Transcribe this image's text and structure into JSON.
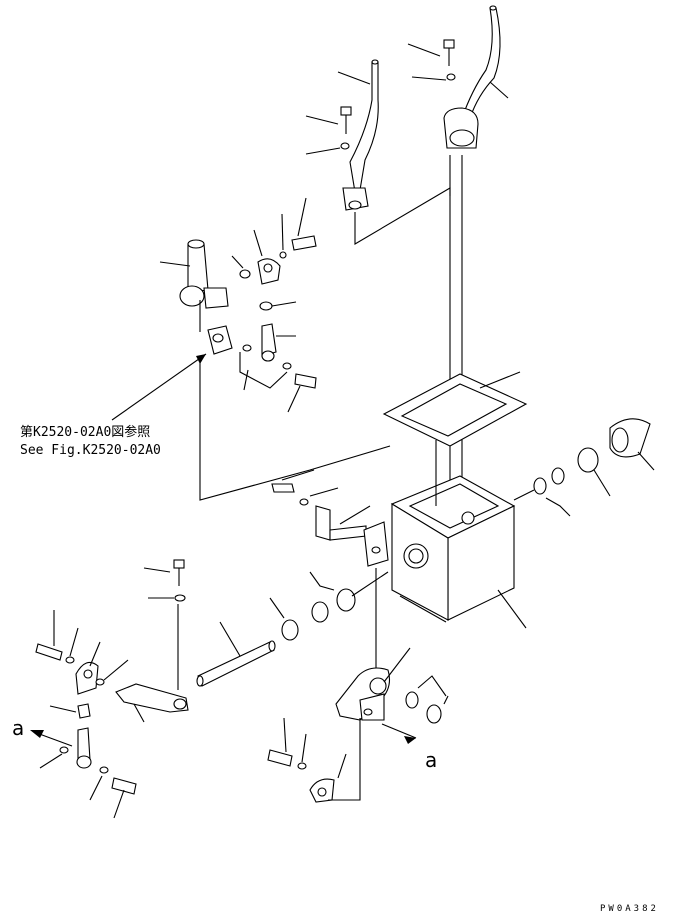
{
  "reference": {
    "jp": "第K2520-02A0図参照",
    "en": "See Fig.K2520-02A0"
  },
  "arrow_labels": {
    "left": "a",
    "right": "a"
  },
  "drawing_code": "PW0A382"
}
